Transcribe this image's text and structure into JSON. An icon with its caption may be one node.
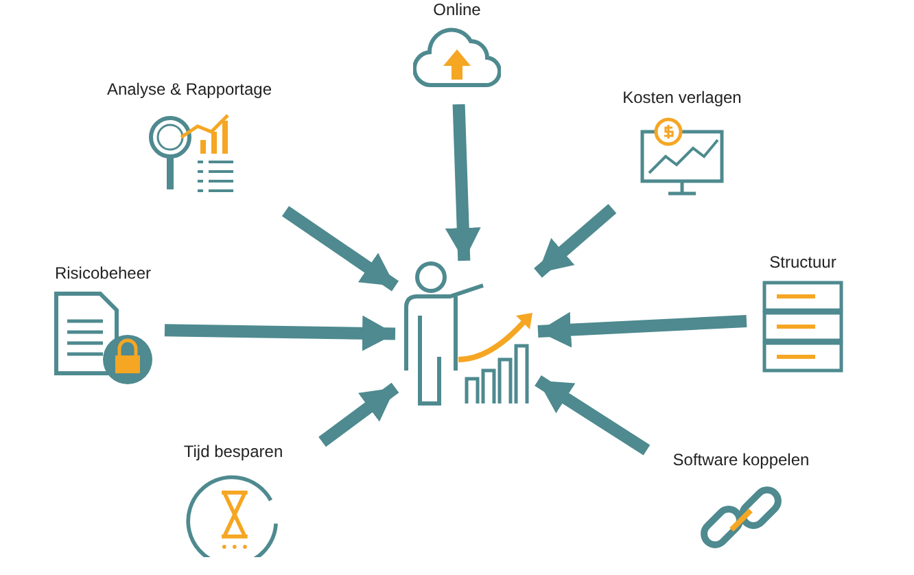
{
  "diagram": {
    "nodes": [
      {
        "text": [
          "Online"
        ]
      },
      {
        "text": [
          "Analyse & Rapportage"
        ]
      },
      {
        "text": [
          "Kosten verlagen"
        ]
      },
      {
        "text": [
          "Risicobeheer"
        ]
      },
      {
        "text": [
          "Structuur"
        ]
      },
      {
        "text": [
          "Tijd besparen"
        ]
      },
      {
        "text": [
          "Software koppelen"
        ]
      },
      {
        "text": [],
        "shape": "person"
      }
    ],
    "edges": [
      {
        "from": 0,
        "to": 7,
        "arrow": "to"
      },
      {
        "from": 1,
        "to": 7,
        "arrow": "to"
      },
      {
        "from": 2,
        "to": 7,
        "arrow": "to"
      },
      {
        "from": 3,
        "to": 7,
        "arrow": "to"
      },
      {
        "from": 4,
        "to": 7,
        "arrow": "to"
      },
      {
        "from": 5,
        "to": 7,
        "arrow": "to"
      },
      {
        "from": 6,
        "to": 7,
        "arrow": "to"
      }
    ]
  }
}
